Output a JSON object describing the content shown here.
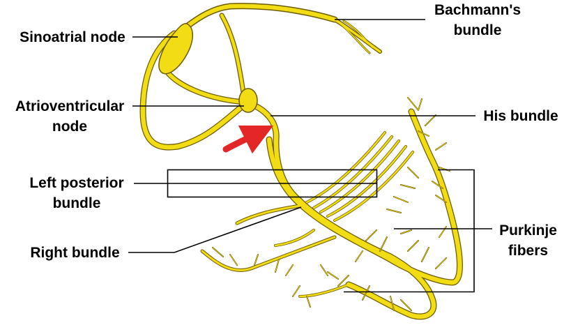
{
  "colors": {
    "conduction_fill": "#f2dc14",
    "conduction_outline": "#6b5a00",
    "arrow": "#e32626",
    "leader": "#000000"
  },
  "labels": {
    "bachmann": [
      "Bachmann's",
      "bundle"
    ],
    "sinoatrial": [
      "Sinoatrial node"
    ],
    "atrioventricular": [
      "Atrioventricular",
      "node"
    ],
    "his": [
      "His bundle"
    ],
    "left_posterior": [
      "Left posterior",
      "bundle"
    ],
    "right_bundle": [
      "Right bundle"
    ],
    "purkinje": [
      "Purkinje",
      "fibers"
    ]
  }
}
